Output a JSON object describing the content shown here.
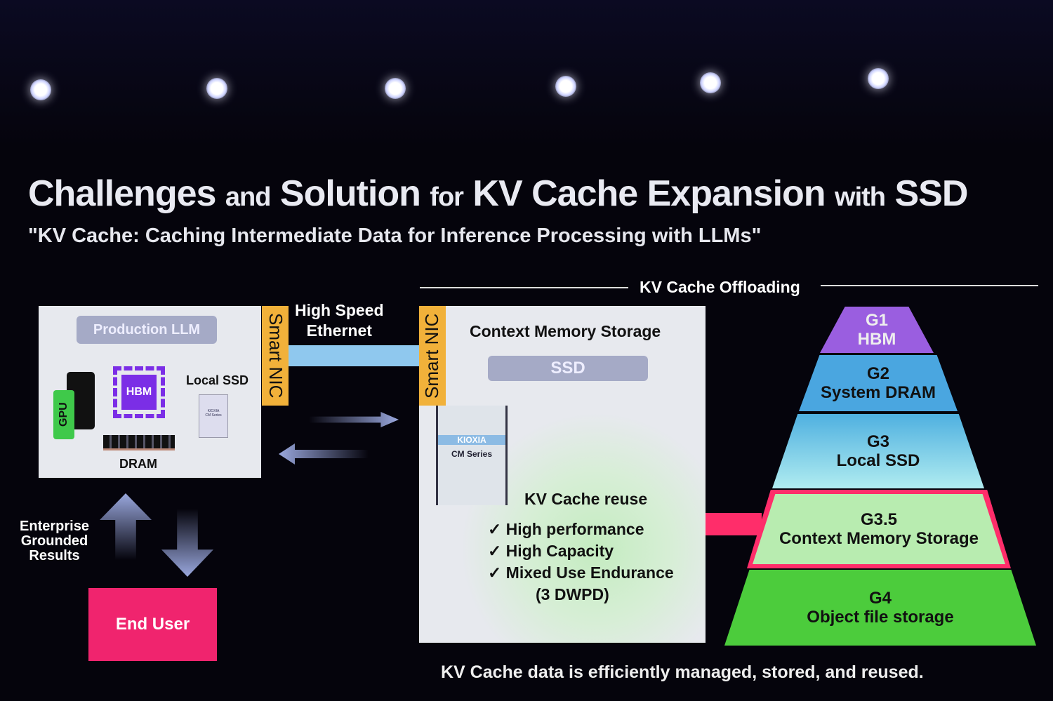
{
  "title": {
    "w1": "Challenges",
    "w2": "and",
    "w3": "Solution",
    "w4": "for",
    "w5": "KV Cache Expansion",
    "w6": "with",
    "w7": "SSD"
  },
  "subtitle": "\"KV Cache: Caching Intermediate Data for Inference Processing with LLMs\"",
  "left_panel": {
    "header": "Production LLM",
    "gpu": "GPU",
    "hbm": "HBM",
    "local_ssd": "Local SSD",
    "dram": "DRAM",
    "ssd_brand": "KIOXIA",
    "ssd_series": "CM Series"
  },
  "smart_nic": "Smart NIC",
  "ethernet": {
    "line1": "High Speed",
    "line2": "Ethernet"
  },
  "offloading": "KV Cache Offloading",
  "cms_panel": {
    "title": "Context Memory Storage",
    "ssd": "SSD",
    "ssd_brand": "KIOXIA",
    "ssd_series": "CM Series",
    "reuse": "KV Cache reuse",
    "bullets": [
      "High performance",
      "High Capacity",
      "Mixed Use Endurance"
    ],
    "endurance": "(3 DWPD)"
  },
  "enterprise": {
    "line1": "Enterprise",
    "line2": "Grounded",
    "line3": "Results"
  },
  "end_user": "End User",
  "pyramid": [
    {
      "tier": "G1",
      "name": "HBM",
      "color": "#9a5ee0"
    },
    {
      "tier": "G2",
      "name": "System DRAM",
      "color": "#4aa6e0"
    },
    {
      "tier": "G3",
      "name": "Local SSD",
      "color": "#6cc8e8"
    },
    {
      "tier": "G3.5",
      "name": "Context Memory Storage",
      "color": "#b8ecb0"
    },
    {
      "tier": "G4",
      "name": "Object file storage",
      "color": "#4ccc3c"
    }
  ],
  "footer": "KV Cache data is efficiently managed, stored, and reused.",
  "colors": {
    "nic": "#f1b13a",
    "end_user": "#f0246e",
    "highlight": "#ff2d6a"
  }
}
